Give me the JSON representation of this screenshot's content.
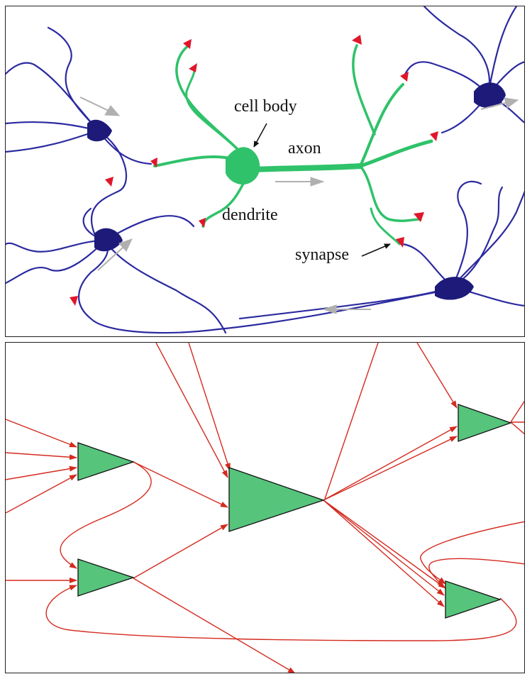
{
  "top_panel": {
    "labels": {
      "cell_body": "cell body",
      "axon": "axon",
      "dendrite": "dendrite",
      "synapse": "synapse"
    }
  },
  "colors": {
    "neuron_green": "#2fc26a",
    "neuron_blue": "#2b2aa0",
    "neuron_dark": "#1d1a7a",
    "synapse_red": "#e0162a",
    "flow_arrow": "#b0b0b0",
    "edge_red": "#d42a1f",
    "node_green": "#56c47b",
    "node_stroke": "#111111"
  }
}
